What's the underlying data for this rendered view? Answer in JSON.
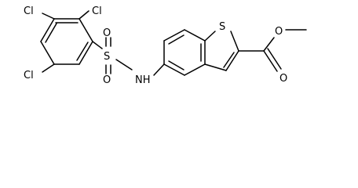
{
  "molecule": {
    "atom_labels": {
      "cl1": "Cl",
      "cl2": "Cl",
      "cl3": "Cl",
      "s_sulfonyl": "S",
      "o_sulfonyl_1": "O",
      "o_sulfonyl_2": "O",
      "nh": "NH",
      "s_thiophene": "S",
      "o_ester_single": "O",
      "o_ester_double": "O"
    },
    "colors": {
      "bond": "#000000",
      "label": "#000000",
      "background": "#ffffff"
    }
  }
}
